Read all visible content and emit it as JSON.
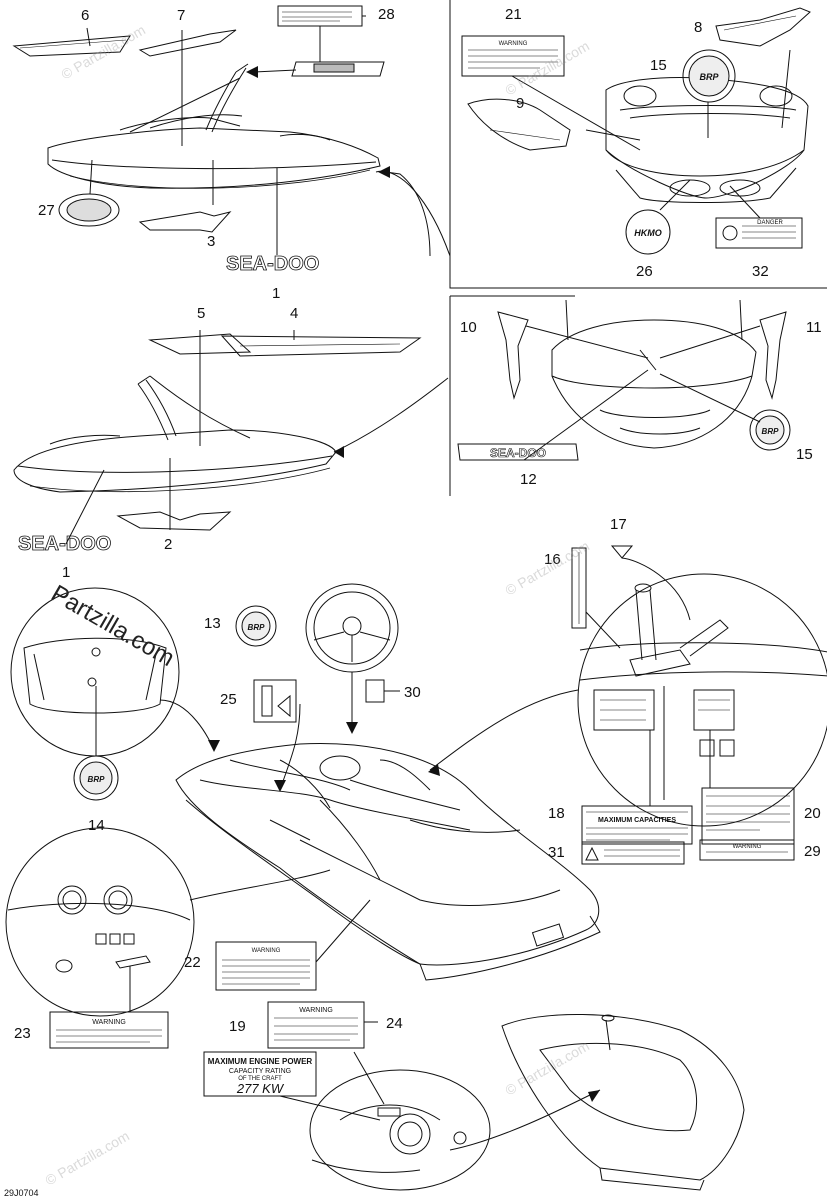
{
  "diagram_code": "29J0704",
  "watermark": "© Partzilla.com",
  "accent_watermark": "Partzilla.com",
  "callouts": {
    "c1a": "1",
    "c1b": "1",
    "c2": "2",
    "c3": "3",
    "c4": "4",
    "c5": "5",
    "c6": "6",
    "c7": "7",
    "c8": "8",
    "c9": "9",
    "c10": "10",
    "c11": "11",
    "c12": "12",
    "c13": "13",
    "c14": "14",
    "c15a": "15",
    "c15b": "15",
    "c16": "16",
    "c17": "17",
    "c18": "18",
    "c19": "19",
    "c20": "20",
    "c21": "21",
    "c22": "22",
    "c23": "23",
    "c24": "24",
    "c25": "25",
    "c26": "26",
    "c27": "27",
    "c28": "28",
    "c29": "29",
    "c30": "30",
    "c31": "31",
    "c32": "32"
  },
  "decals": {
    "seadoo_logo": "SEA-DOO",
    "brp": "BRP",
    "warning": "WARNING",
    "danger": "DANGER",
    "max_power_line1": "MAXIMUM ENGINE POWER",
    "max_power_line2": "CAPACITY RATING",
    "max_power_line3": "OF THE CRAFT",
    "max_power_value": "277 KW",
    "capacity_title": "MAXIMUM CAPACITIES",
    "hkmo": "HKMO"
  }
}
